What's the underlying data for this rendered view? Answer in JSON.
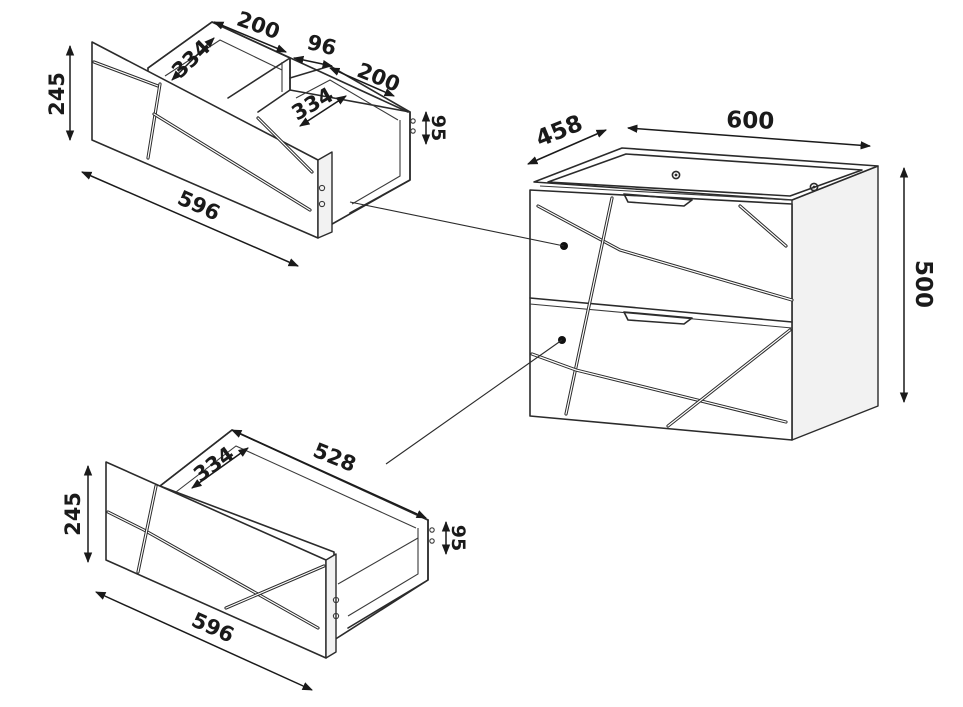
{
  "dimensions": {
    "top_drawer": {
      "height_front": "245",
      "width_front": "596",
      "inner_depth_left": "334",
      "inner_width_left": "200",
      "gap_middle": "96",
      "inner_width_right": "200",
      "inner_depth_right": "334",
      "side_height": "95"
    },
    "cabinet": {
      "depth": "458",
      "width": "600",
      "height": "500"
    },
    "bottom_drawer": {
      "height_front": "245",
      "width_front": "596",
      "inner_depth": "334",
      "inner_width": "528",
      "side_height": "95"
    }
  },
  "colors": {
    "line": "#2b2b2b",
    "text": "#1a1a1a",
    "background": "#ffffff"
  }
}
